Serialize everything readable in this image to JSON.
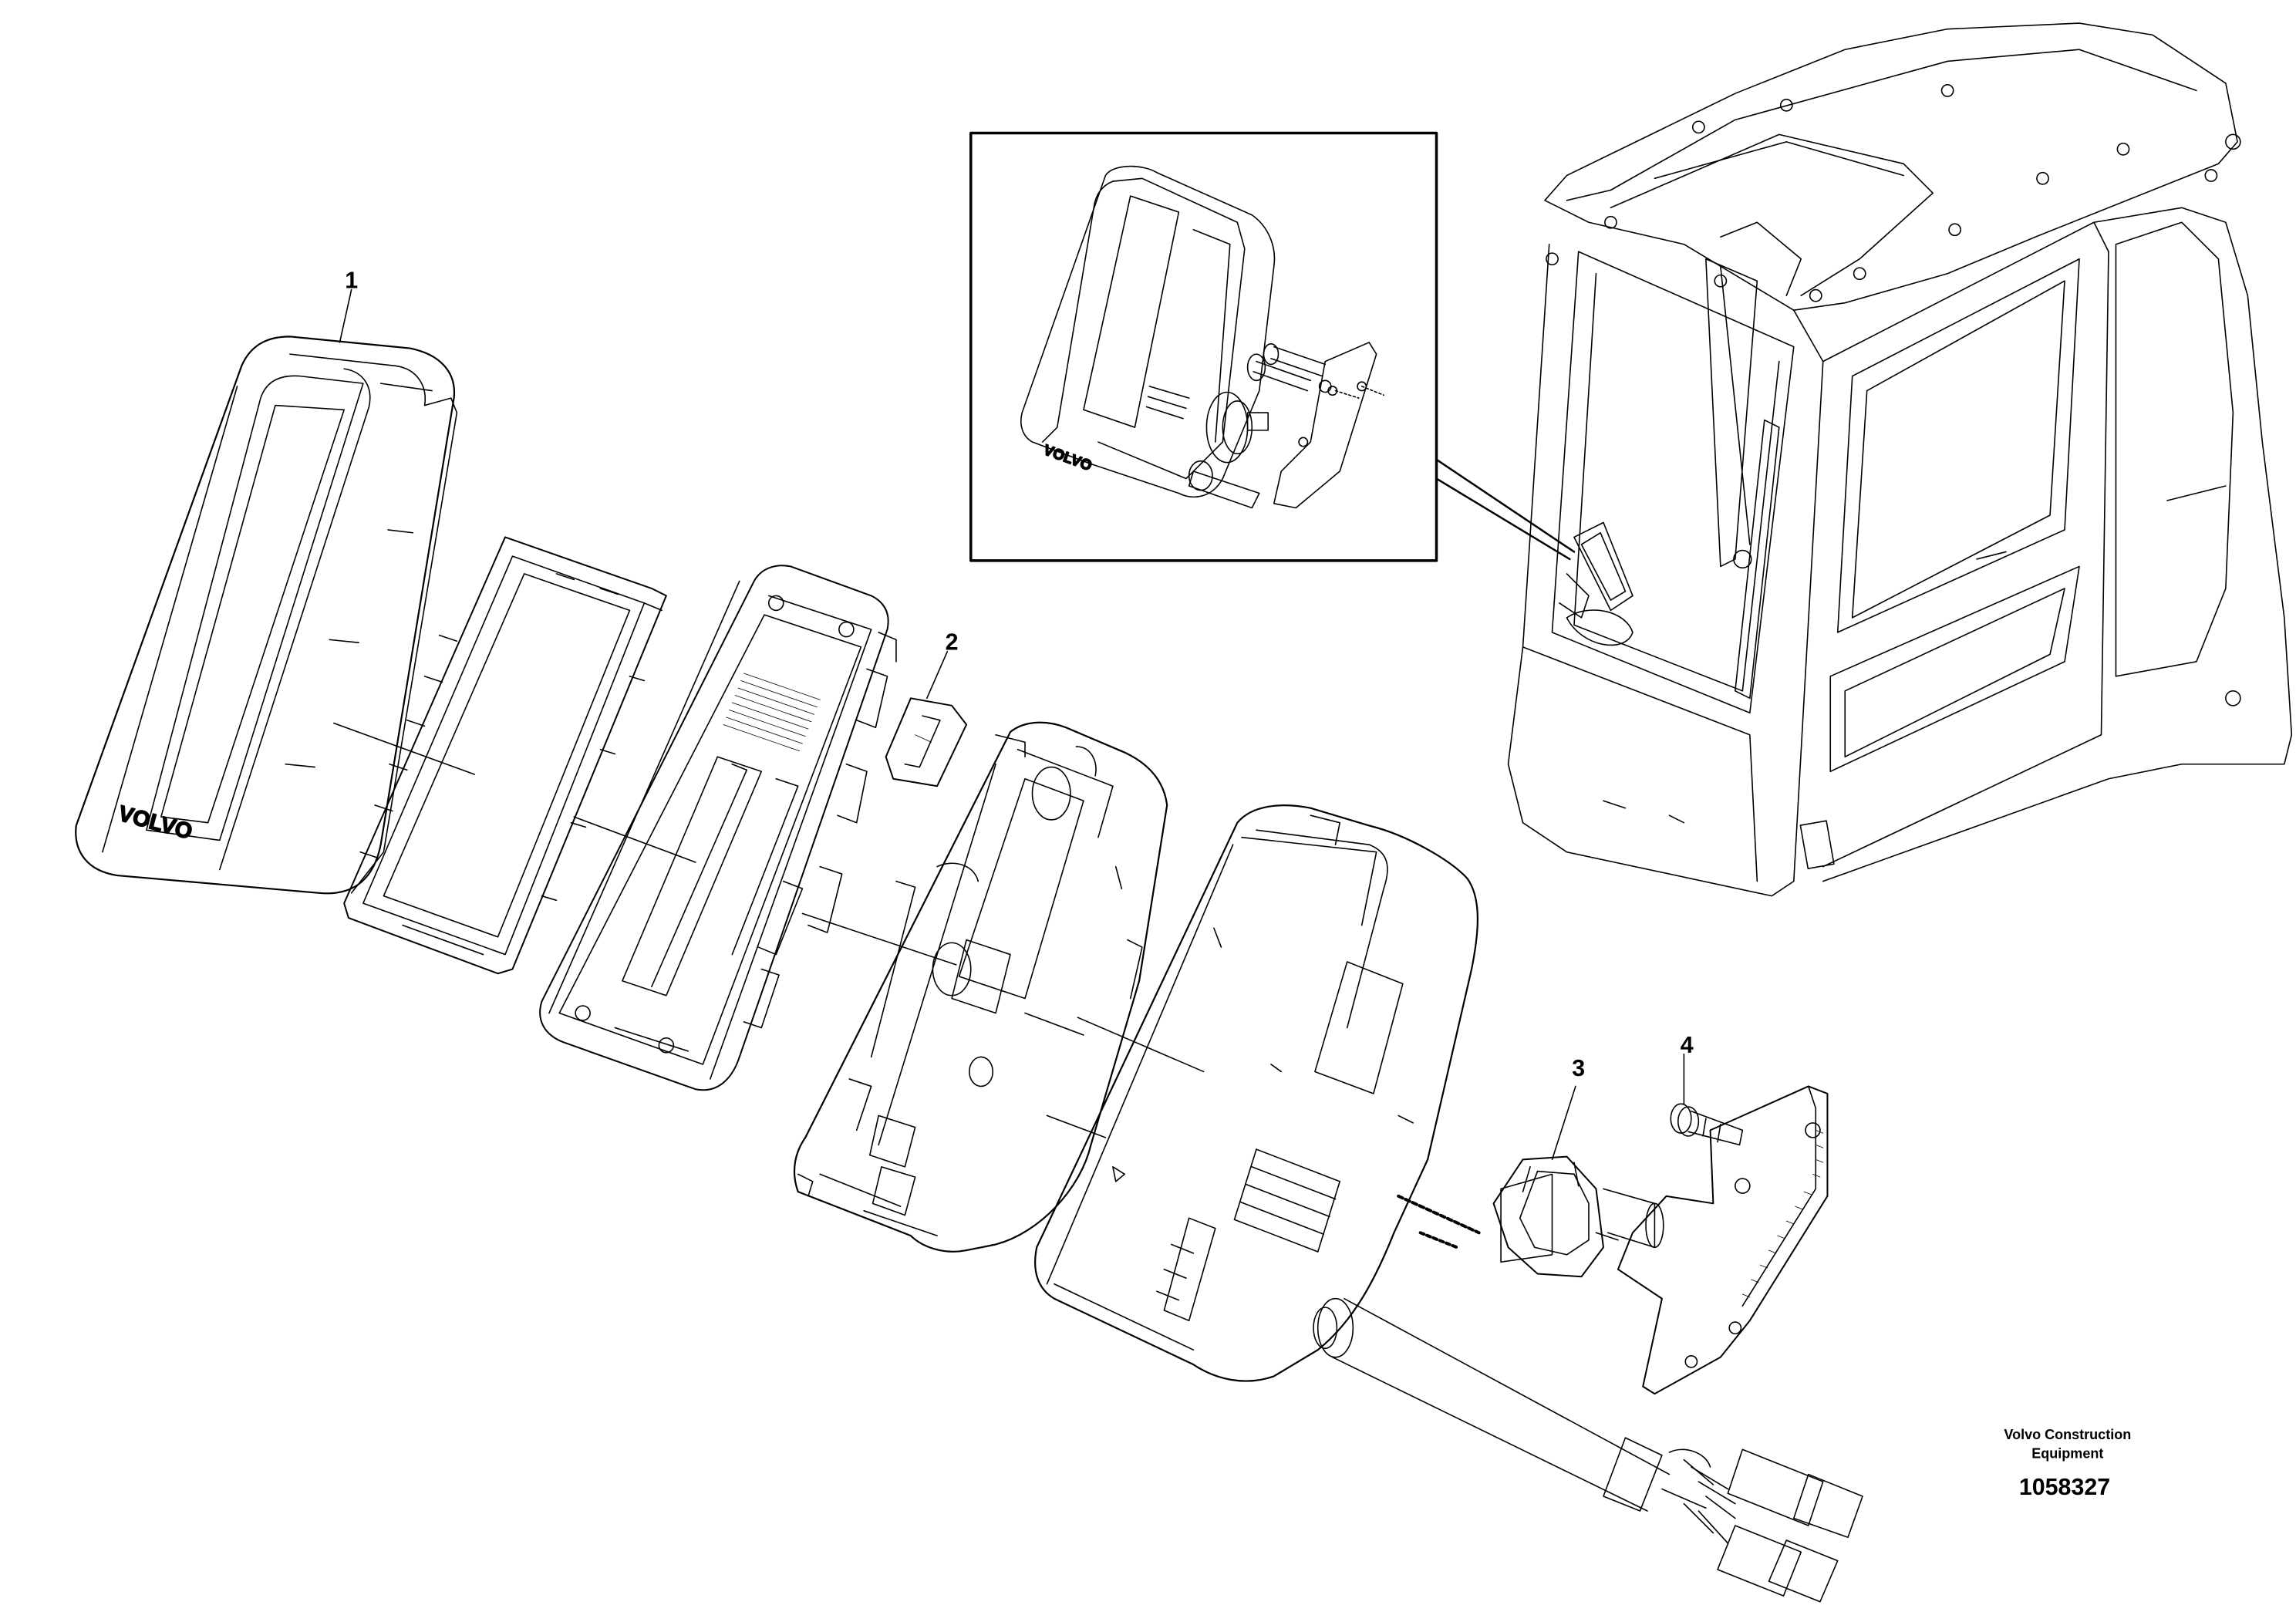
{
  "callouts": [
    {
      "id": "1",
      "label": "1"
    },
    {
      "id": "2",
      "label": "2"
    },
    {
      "id": "3",
      "label": "3"
    },
    {
      "id": "4",
      "label": "4"
    }
  ],
  "brand_marking": "VOLVO",
  "credit": {
    "line1": "Volvo Construction",
    "line2": "Equipment"
  },
  "drawing_number": "1058327",
  "colors": {
    "line": "#000000",
    "background": "#ffffff"
  }
}
